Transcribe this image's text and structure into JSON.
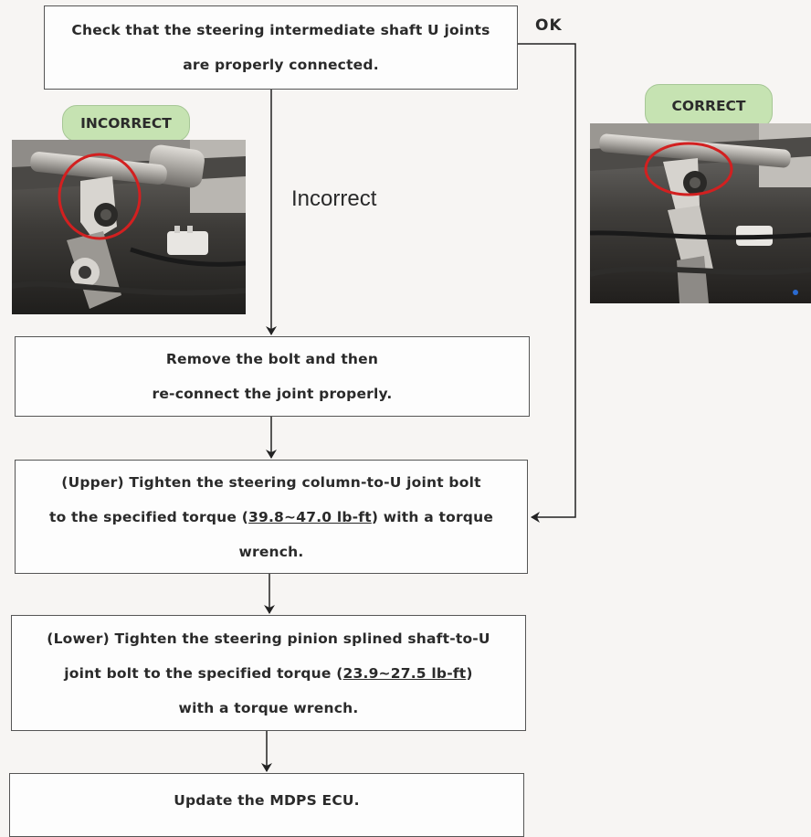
{
  "flow": {
    "step1": {
      "line1": "Check that the steering intermediate shaft U joints",
      "line2": "are properly connected."
    },
    "ok_label": "OK",
    "incorrect_label": "Incorrect",
    "step2": {
      "line1": "Remove the bolt and then",
      "line2": "re-connect the joint properly."
    },
    "step3": {
      "line1": "(Upper) Tighten the steering column-to-U joint bolt",
      "line2_pre": "to the specified torque (",
      "line2_torque": "39.8~47.0 lb-ft",
      "line2_post": ") with a torque",
      "line3": "wrench."
    },
    "step4": {
      "line1": "(Lower) Tighten the steering pinion splined shaft-to-U",
      "line2_pre": "joint bolt to the specified torque (",
      "line2_torque": "23.9~27.5 lb-ft",
      "line2_post": ")",
      "line3": "with a torque wrench."
    },
    "step5": {
      "line1": "Update the MDPS ECU."
    }
  },
  "badges": {
    "incorrect": "INCORRECT",
    "correct": "CORRECT"
  },
  "colors": {
    "badge_fill": "#c6e3b2",
    "highlight_circle": "#d22020"
  }
}
